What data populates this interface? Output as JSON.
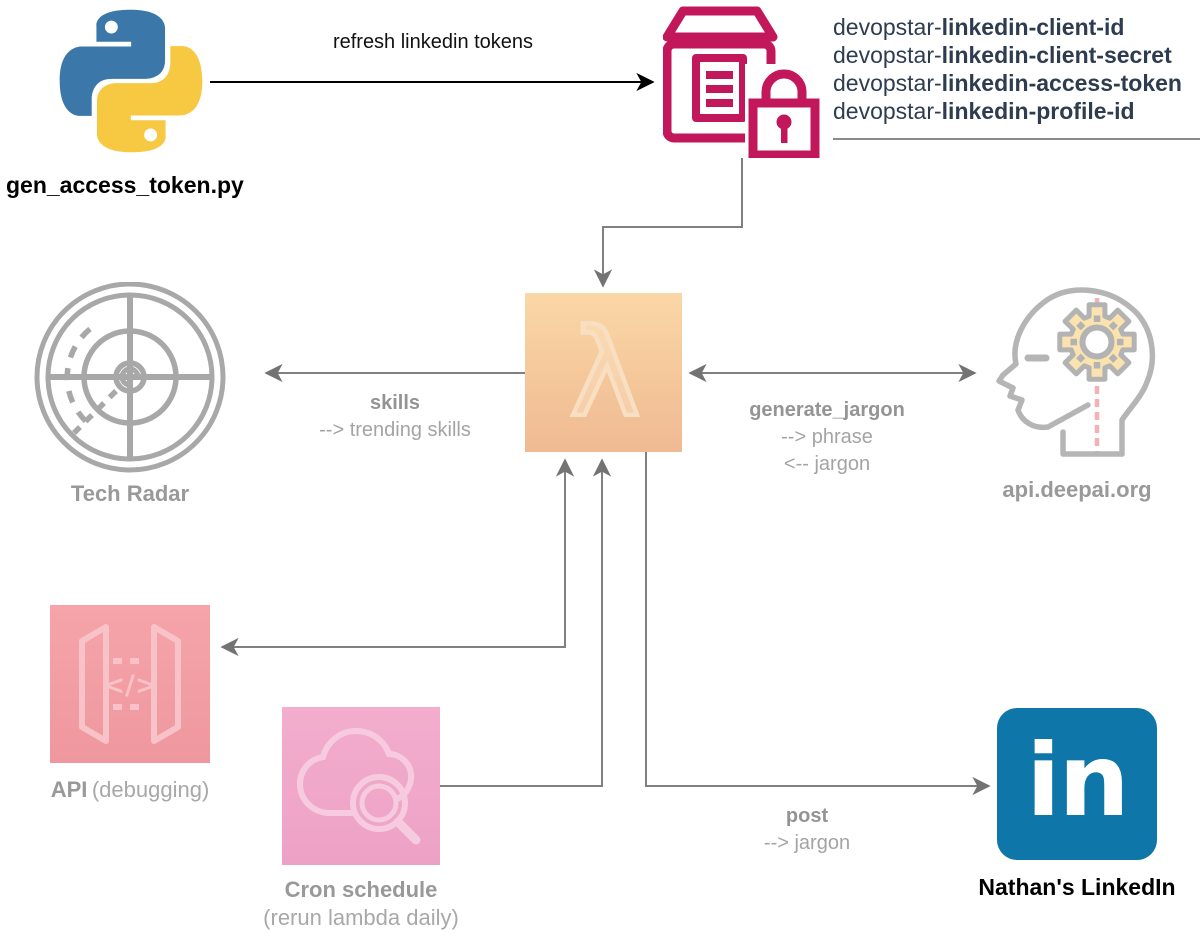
{
  "diagram": {
    "python": {
      "label": "gen_access_token.py"
    },
    "refresh_edge": {
      "label": "refresh linkedin tokens"
    },
    "secrets": {
      "entries": [
        {
          "prefix": "devopstar-",
          "name": "linkedin-client-id"
        },
        {
          "prefix": "devopstar-",
          "name": "linkedin-client-secret"
        },
        {
          "prefix": "devopstar-",
          "name": "linkedin-access-token"
        },
        {
          "prefix": "devopstar-",
          "name": "linkedin-profile-id"
        }
      ]
    },
    "tech_radar": {
      "label": "Tech Radar"
    },
    "skills_edge": {
      "label": "skills",
      "line2": "--> trending skills"
    },
    "deepai": {
      "label": "api.deepai.org"
    },
    "jargon_edge": {
      "label": "generate_jargon",
      "line2": "--> phrase",
      "line3": "<-- jargon"
    },
    "api": {
      "label": "API",
      "note": "(debugging)",
      "glyph": "</>"
    },
    "cron": {
      "label": "Cron schedule",
      "note": "(rerun lambda daily)"
    },
    "post_edge": {
      "label": "post",
      "line2": "--> jargon"
    },
    "linkedin": {
      "label": "Nathan's LinkedIn",
      "glyph": "in"
    },
    "lambda": {
      "glyph": "λ"
    },
    "colors": {
      "secrets_pink": "#c2185b",
      "python_blue": "#3b78a9",
      "python_yellow": "#f7c942",
      "lambda_orange_top": "#fad7a6",
      "lambda_orange_bottom": "#f0ba92",
      "api_red": "#f4a1a7",
      "cron_pink": "#f1a7cb",
      "linkedin_blue": "#0e76a8",
      "ai_gear_yellow": "#fae3ae",
      "ai_dash_pink": "#f5b2b4",
      "icon_gray": "#a8a8a8",
      "label_gray": "#999999",
      "secret_text_navy": "#2e3c50",
      "connector_gray": "#808080",
      "connector_black": "#000000"
    }
  }
}
